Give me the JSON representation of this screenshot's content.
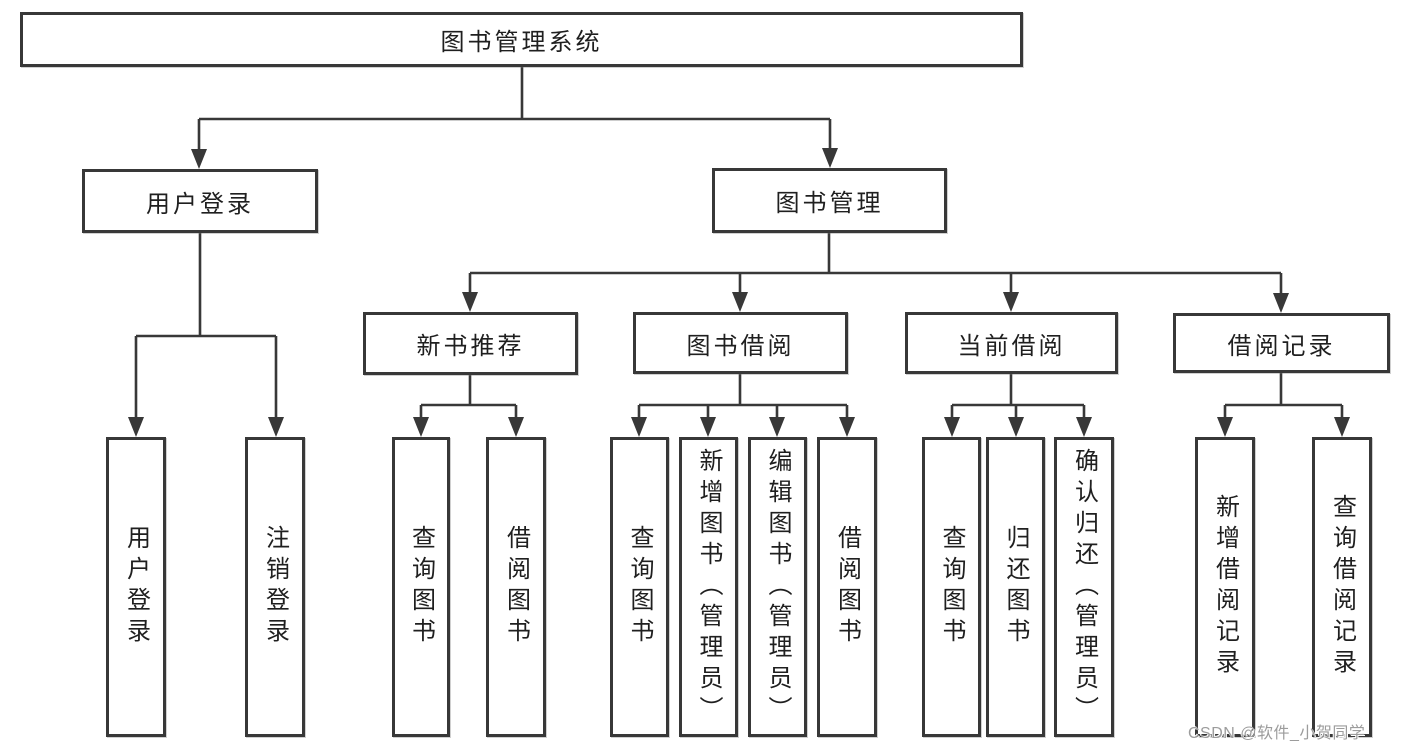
{
  "diagram": {
    "type": "hierarchy-tree",
    "title": "图书管理系统",
    "colors": {
      "background": "#ffffff",
      "line": "#383838",
      "box_border": "#383838",
      "text": "#1f1f1f",
      "watermark": "#9c9c9c"
    },
    "nodes": {
      "root": "图书管理系统",
      "user_login": "用户登录",
      "book_mgmt": "图书管理",
      "new_book_rec": "新书推荐",
      "book_borrow": "图书借阅",
      "current_borrow": "当前借阅",
      "borrow_records": "借阅记录",
      "login": "用户登录",
      "logout": "注销登录",
      "nb_query": "查询图书",
      "nb_borrow": "借阅图书",
      "bb_query": "查询图书",
      "bb_add": "新增图书（管理员）",
      "bb_edit": "编辑图书（管理员）",
      "bb_borrow": "借阅图书",
      "cb_query": "查询图书",
      "cb_return": "归还图书",
      "cb_confirm": "确认归还（管理员）",
      "br_add": "新增借阅记录",
      "br_query": "查询借阅记录"
    },
    "edges": [
      [
        "root",
        "user_login"
      ],
      [
        "root",
        "book_mgmt"
      ],
      [
        "user_login",
        "login"
      ],
      [
        "user_login",
        "logout"
      ],
      [
        "book_mgmt",
        "new_book_rec"
      ],
      [
        "book_mgmt",
        "book_borrow"
      ],
      [
        "book_mgmt",
        "current_borrow"
      ],
      [
        "book_mgmt",
        "borrow_records"
      ],
      [
        "new_book_rec",
        "nb_query"
      ],
      [
        "new_book_rec",
        "nb_borrow"
      ],
      [
        "book_borrow",
        "bb_query"
      ],
      [
        "book_borrow",
        "bb_add"
      ],
      [
        "book_borrow",
        "bb_edit"
      ],
      [
        "book_borrow",
        "bb_borrow"
      ],
      [
        "current_borrow",
        "cb_query"
      ],
      [
        "current_borrow",
        "cb_return"
      ],
      [
        "current_borrow",
        "cb_confirm"
      ],
      [
        "borrow_records",
        "br_add"
      ],
      [
        "borrow_records",
        "br_query"
      ]
    ],
    "watermark": "CSDN @软件_小贺同学"
  }
}
